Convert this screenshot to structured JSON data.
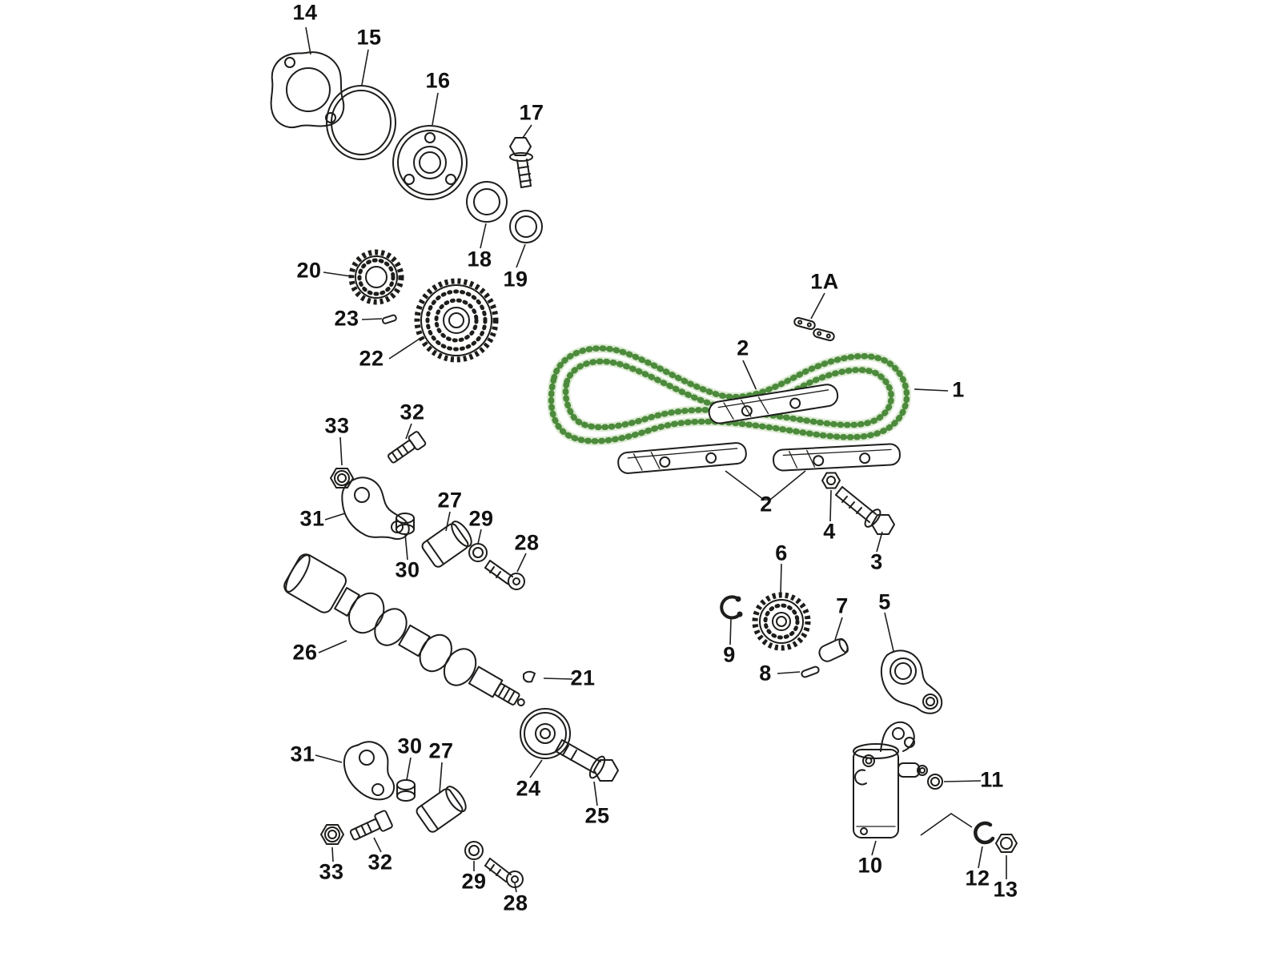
{
  "diagram": {
    "colors": {
      "chain_highlight": "#4c8a3c",
      "chain_light": "#dcead2",
      "chain_mid": "#7fae68",
      "line": "#1d1d1b",
      "background": "#ffffff"
    },
    "callouts": [
      {
        "text": "14"
      },
      {
        "text": "15"
      },
      {
        "text": "16"
      },
      {
        "text": "17"
      },
      {
        "text": "18"
      },
      {
        "text": "19"
      },
      {
        "text": "20"
      },
      {
        "text": "23"
      },
      {
        "text": "22"
      },
      {
        "text": "1A"
      },
      {
        "text": "2"
      },
      {
        "text": "1"
      },
      {
        "text": "2"
      },
      {
        "text": "4"
      },
      {
        "text": "3"
      },
      {
        "text": "33"
      },
      {
        "text": "32"
      },
      {
        "text": "31"
      },
      {
        "text": "27"
      },
      {
        "text": "30"
      },
      {
        "text": "29"
      },
      {
        "text": "28"
      },
      {
        "text": "26"
      },
      {
        "text": "21"
      },
      {
        "text": "6"
      },
      {
        "text": "9"
      },
      {
        "text": "7"
      },
      {
        "text": "8"
      },
      {
        "text": "5"
      },
      {
        "text": "24"
      },
      {
        "text": "25"
      },
      {
        "text": "31"
      },
      {
        "text": "30"
      },
      {
        "text": "27"
      },
      {
        "text": "33"
      },
      {
        "text": "32"
      },
      {
        "text": "29"
      },
      {
        "text": "28"
      },
      {
        "text": "10"
      },
      {
        "text": "11"
      },
      {
        "text": "12"
      },
      {
        "text": "13"
      }
    ]
  }
}
